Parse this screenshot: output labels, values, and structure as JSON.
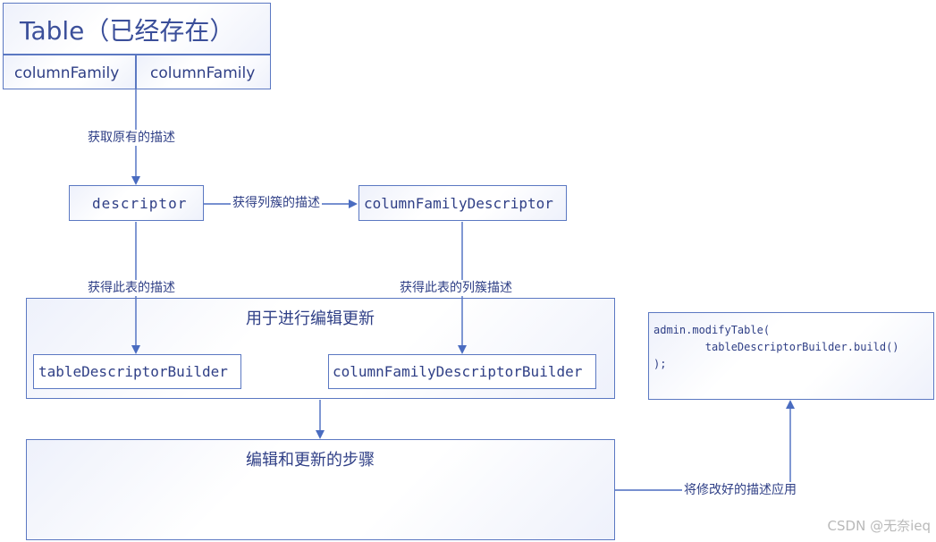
{
  "table": {
    "title": "Table（已经存在）",
    "cf_left": "columnFamily",
    "cf_right": "columnFamily"
  },
  "nodes": {
    "descriptor": "descriptor",
    "column_family_descriptor": "columnFamilyDescriptor",
    "edit_group_title": "用于进行编辑更新",
    "table_descriptor_builder": "tableDescriptorBuilder",
    "column_family_descriptor_builder": "columnFamilyDescriptorBuilder",
    "steps_title": "编辑和更新的步骤",
    "code_line1": "admin.modifyTable(",
    "code_line2": "        tableDescriptorBuilder.build()",
    "code_line3": ");"
  },
  "edges": {
    "get_original": "获取原有的描述",
    "get_cf_desc": "获得列簇的描述",
    "get_table_desc": "获得此表的描述",
    "get_table_cf_desc": "获得此表的列簇描述",
    "apply_modified": "将修改好的描述应用"
  },
  "watermark": "CSDN @无奈ieq",
  "colors": {
    "border": "#5b78c2",
    "text": "#2f3f86",
    "arrow": "#4a6cc0"
  }
}
